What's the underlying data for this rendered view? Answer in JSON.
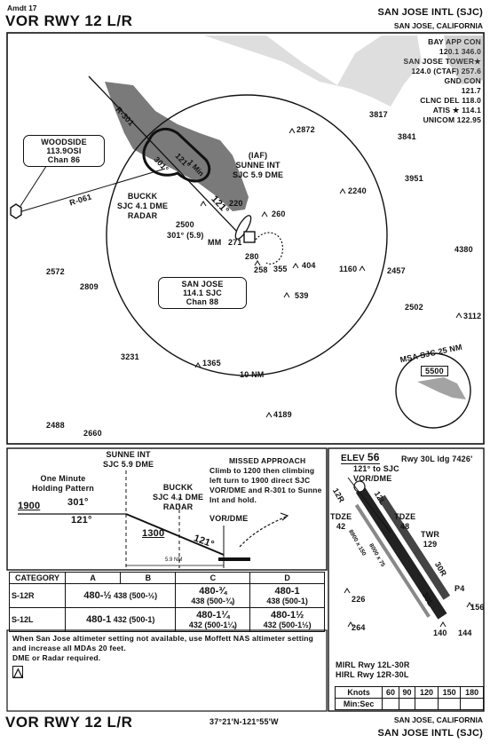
{
  "header": {
    "amdt": "Amdt 17",
    "title": "VOR RWY 12 L/R",
    "airport": "SAN JOSE INTL (SJC)",
    "city": "SAN JOSE, CALIFORNIA"
  },
  "comms": [
    "BAY APP CON",
    "120.1 346.0",
    "SAN JOSE TOWER★",
    "124.0 (CTAF) 257.6",
    "GND CON",
    "121.7",
    "CLNC DEL 118.0",
    "ATIS ★ 114.1",
    "UNICOM 122.95"
  ],
  "plan": {
    "woodside": {
      "name": "WOODSIDE",
      "freq": "113.9OSI",
      "chan": "Chan 86"
    },
    "sanjose": {
      "name": "SAN JOSE",
      "freq": "114.1 SJC",
      "chan": "Chan 88"
    },
    "iaf": {
      "l1": "(IAF)",
      "l2": "SUNNE INT",
      "l3": "SJC 5.9 DME"
    },
    "buckk": {
      "l1": "BUCKK",
      "l2": "SJC 4.1 DME",
      "l3": "RADAR"
    },
    "radial_301": "R-301",
    "radial_061": "R-061",
    "hold_301": "301°",
    "hold_121": "121°",
    "hold_min": "1 Min",
    "crs_121": "121°",
    "alt_2500": "2500",
    "crs_301_59": "301° (5.9)",
    "mm": "MM",
    "rng": "10 NM",
    "elevs": {
      "e3817": "3817",
      "e3841": "3841",
      "e2872": "2872",
      "e2240": "2240",
      "e3951": "3951",
      "e4380": "4380",
      "e260": "260",
      "e220": "220",
      "e280": "280",
      "e258": "258",
      "e355": "355",
      "e404": "404",
      "e271": "271",
      "e1160": "1160",
      "e2457": "2457",
      "e2572": "2572",
      "e2809": "2809",
      "e539": "539",
      "e2502": "2502",
      "e3112": "3112",
      "e3231": "3231",
      "e1365": "1365",
      "e4189": "4189",
      "e2488": "2488",
      "e2660": "2660"
    },
    "msa": {
      "label": "MSA SJC 25 NM",
      "alt": "5500"
    }
  },
  "profile": {
    "sunne": {
      "l1": "SUNNE INT",
      "l2": "SJC 5.9 DME"
    },
    "buckk": {
      "l1": "BUCKK",
      "l2": "SJC 4.1 DME",
      "l3": "RADAR"
    },
    "hold": {
      "l1": "One Minute",
      "l2": "Holding Pattern"
    },
    "alt_1900": "1900",
    "crs_301": "301°",
    "crs_121": "121°",
    "alt_1300": "1300",
    "crs_121b": "121°",
    "vordme": "VOR/DME",
    "dist": "5.9 NM",
    "missed": {
      "title": "MISSED APPROACH",
      "text": [
        "Climb to 1200 then climbing",
        "left turn to 1900 direct SJC",
        "VOR/DME and R-301 to Sunne",
        "Int and hold."
      ]
    }
  },
  "minima": {
    "headers": [
      "CATEGORY",
      "A",
      "B",
      "C",
      "D"
    ],
    "rows": [
      {
        "cat": "S-12R",
        "ab": "480-½",
        "ab_sub": "438 (500-½)",
        "c": "480-¾",
        "c_sub": "438 (500-¾)",
        "d": "480-1",
        "d_sub": "438 (500-1)"
      },
      {
        "cat": "S-12L",
        "ab": "480-1",
        "ab_sub": "432 (500-1)",
        "c": "480-1¼",
        "c_sub": "432 (500-1¼)",
        "d": "480-1½",
        "d_sub": "432 (500-1½)"
      }
    ],
    "notes": [
      "When San Jose altimeter setting not available, use Moffett NAS altimeter setting",
      "and increase all MDAs 20 feet.",
      "DME or Radar required."
    ]
  },
  "airport": {
    "elev_label": "ELEV",
    "elev": "56",
    "rwy_ldg": "Rwy 30L ldg 7426'",
    "to_sjc": "121° to SJC",
    "vordme": "VOR/DME",
    "tdze_l": "TDZE",
    "tdze_l_val": "42",
    "tdze_r": "TDZE",
    "tdze_r_val": "48",
    "twr": "TWR",
    "twr_val": "129",
    "r12r": "12R",
    "r12l": "12L",
    "r30l": "30L",
    "r30r": "30R",
    "len1": "8900 x 150",
    "len2": "8000 x 75",
    "e226": "226",
    "e264": "264",
    "e140": "140",
    "e144": "144",
    "e156": "156",
    "p4": "P4",
    "lights": [
      "MIRL Rwy 12L-30R",
      "HIRL Rwy 12R-30L"
    ],
    "knots_label": "Knots",
    "knots": [
      "60",
      "90",
      "120",
      "150",
      "180"
    ],
    "minsec_label": "Min:Sec"
  },
  "footer": {
    "title": "VOR RWY 12 L/R",
    "coords": "37°21'N-121°55'W",
    "city": "SAN JOSE, CALIFORNIA",
    "airport": "SAN JOSE INTL (SJC)"
  }
}
